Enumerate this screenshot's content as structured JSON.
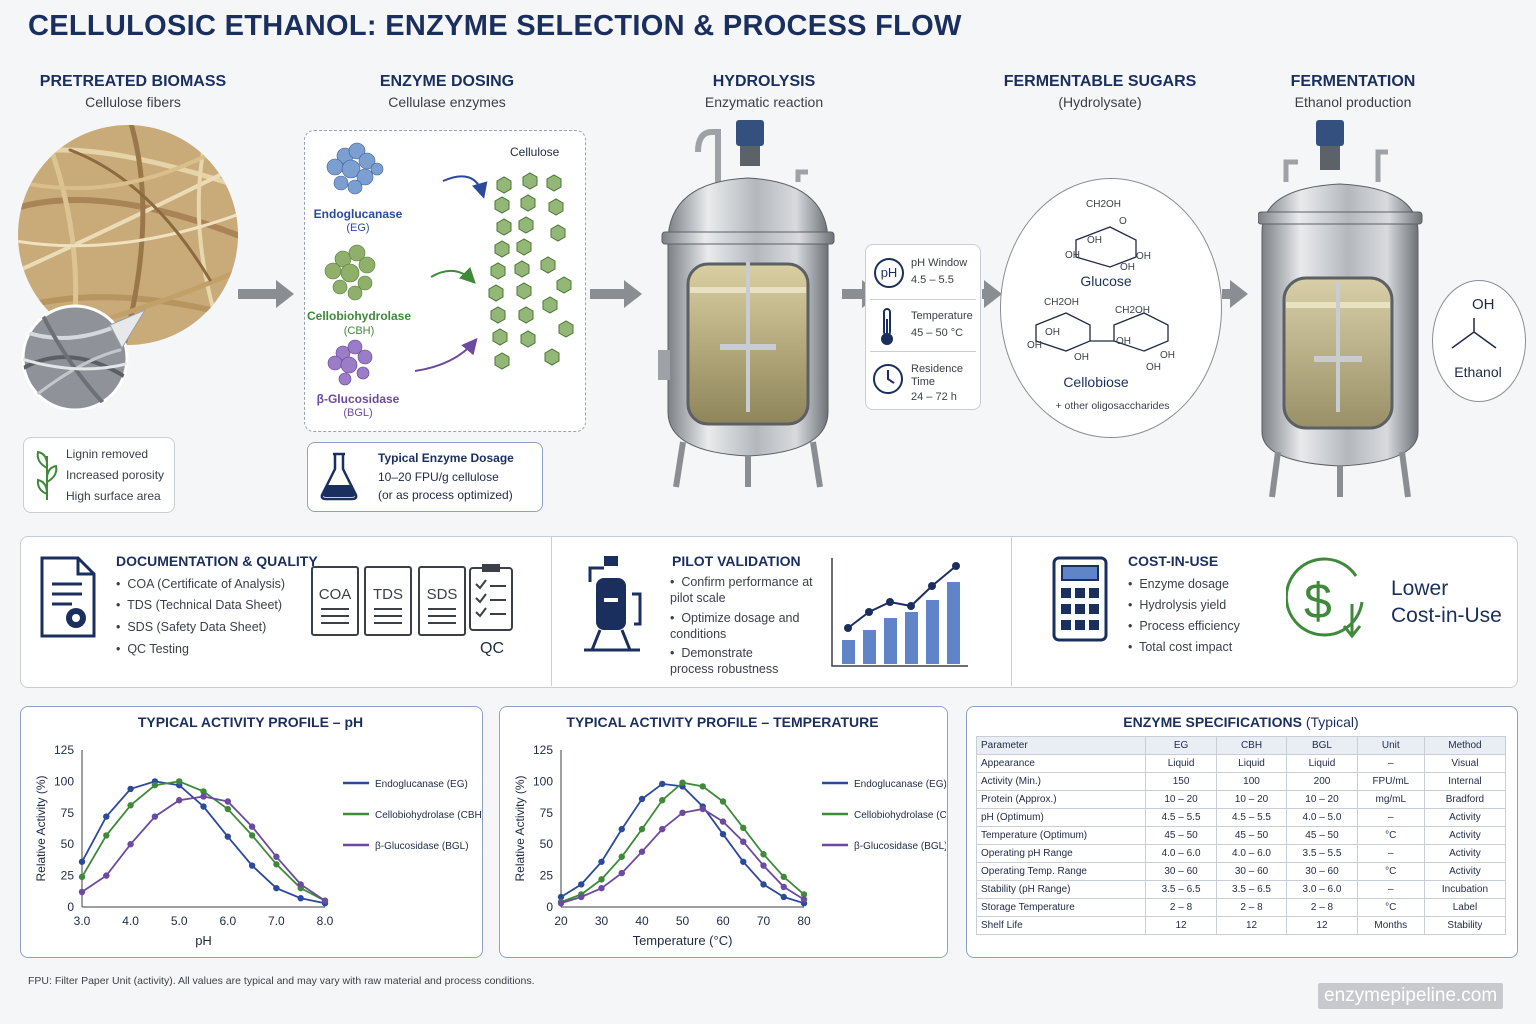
{
  "title": "CELLULOSIC ETHANOL: ENZYME SELECTION & PROCESS FLOW",
  "stages": [
    {
      "title": "PRETREATED BIOMASS",
      "subtitle": "Cellulose fibers"
    },
    {
      "title": "ENZYME DOSING",
      "subtitle": "Cellulase enzymes"
    },
    {
      "title": "HYDROLYSIS",
      "subtitle": "Enzymatic reaction"
    },
    {
      "title": "FERMENTABLE SUGARS",
      "subtitle": "(Hydrolysate)"
    },
    {
      "title": "FERMENTATION",
      "subtitle": "Ethanol production"
    }
  ],
  "biomass_notes": [
    "Lignin removed",
    "Increased porosity",
    "High surface area"
  ],
  "enzymes": {
    "cellulose_label": "Cellulose",
    "items": [
      {
        "name": "Endoglucanase",
        "abbr": "(EG)",
        "color": "#2c4a9a"
      },
      {
        "name": "Cellobiohydrolase",
        "abbr": "(CBH)",
        "color": "#3f8a3a"
      },
      {
        "name": "β-Glucosidase",
        "abbr": "(BGL)",
        "color": "#6b4aa0"
      }
    ],
    "dosage_title": "Typical Enzyme Dosage",
    "dosage_value": "10–20 FPU/g cellulose",
    "dosage_note": "(or as process optimized)"
  },
  "conditions": [
    {
      "label": "pH Window",
      "value": "4.5 – 5.5",
      "icon": "ph-icon"
    },
    {
      "label": "Temperature",
      "value": "45 – 50 °C",
      "icon": "thermometer-icon"
    },
    {
      "label": "Residence Time",
      "value": "24 – 72 h",
      "icon": "clock-icon"
    }
  ],
  "sugars": {
    "glucose": "Glucose",
    "cellobiose": "Cellobiose",
    "other": "+ other oligosaccharides",
    "ch2oh": "CH2OH",
    "oh": "OH",
    "o": "O"
  },
  "ethanol": {
    "label": "Ethanol",
    "oh": "OH"
  },
  "documentation": {
    "title": "DOCUMENTATION & QUALITY",
    "items": [
      "COA (Certificate of Analysis)",
      "TDS (Technical Data Sheet)",
      "SDS (Safety Data Sheet)",
      "QC Testing"
    ],
    "docs": [
      "COA",
      "TDS",
      "SDS"
    ],
    "qc": "QC"
  },
  "pilot": {
    "title": "PILOT VALIDATION",
    "items": [
      "Confirm performance at pilot scale",
      "Optimize dosage and conditions",
      "Demonstrate process robustness"
    ]
  },
  "cost": {
    "title": "COST-IN-USE",
    "items": [
      "Enzyme dosage",
      "Hydrolysis yield",
      "Process efficiency",
      "Total cost impact"
    ],
    "callout_line1": "Lower",
    "callout_line2": "Cost-in-Use"
  },
  "chart_data": [
    {
      "type": "line",
      "title": "TYPICAL ACTIVITY PROFILE – pH",
      "xlabel": "pH",
      "ylabel": "Relative Activity (%)",
      "xlim": [
        3.0,
        8.0
      ],
      "ylim": [
        0,
        125
      ],
      "xticks": [
        "3.0",
        "4.0",
        "5.0",
        "6.0",
        "7.0",
        "8.0"
      ],
      "yticks": [
        "0",
        "25",
        "50",
        "75",
        "100",
        "125"
      ],
      "x": [
        3.0,
        3.5,
        4.0,
        4.5,
        5.0,
        5.5,
        6.0,
        6.5,
        7.0,
        7.5,
        8.0
      ],
      "series": [
        {
          "name": "Endoglucanase (EG)",
          "color": "#2c4a9a",
          "values": [
            36,
            72,
            94,
            100,
            97,
            80,
            56,
            33,
            15,
            7,
            3
          ]
        },
        {
          "name": "Cellobiohydrolase (CBH)",
          "color": "#3f8a3a",
          "values": [
            24,
            57,
            81,
            97,
            100,
            92,
            78,
            57,
            34,
            15,
            5
          ]
        },
        {
          "name": "β-Glucosidase (BGL)",
          "color": "#6b4aa0",
          "values": [
            12,
            25,
            50,
            72,
            85,
            88,
            84,
            64,
            40,
            18,
            5
          ]
        }
      ],
      "legend": "right"
    },
    {
      "type": "line",
      "title": "TYPICAL ACTIVITY PROFILE – TEMPERATURE",
      "xlabel": "Temperature (°C)",
      "ylabel": "Relative Activity (%)",
      "xlim": [
        20,
        80
      ],
      "ylim": [
        0,
        125
      ],
      "xticks": [
        "20",
        "30",
        "40",
        "50",
        "60",
        "70",
        "80"
      ],
      "yticks": [
        "0",
        "25",
        "50",
        "75",
        "100",
        "125"
      ],
      "x": [
        20,
        25,
        30,
        35,
        40,
        45,
        50,
        55,
        60,
        65,
        70,
        75,
        80
      ],
      "series": [
        {
          "name": "Endoglucanase (EG)",
          "color": "#2c4a9a",
          "values": [
            8,
            18,
            36,
            62,
            86,
            98,
            96,
            80,
            58,
            36,
            18,
            8,
            3
          ]
        },
        {
          "name": "Cellobiohydrolase (CBH)",
          "color": "#3f8a3a",
          "values": [
            4,
            10,
            22,
            40,
            62,
            85,
            99,
            96,
            84,
            63,
            42,
            24,
            10
          ]
        },
        {
          "name": "β-Glucosidase (BGL)",
          "color": "#6b4aa0",
          "values": [
            3,
            8,
            15,
            27,
            44,
            62,
            75,
            78,
            68,
            52,
            33,
            16,
            6
          ]
        }
      ],
      "legend": "right"
    }
  ],
  "spec_table": {
    "title": "ENZYME SPECIFICATIONS",
    "title_suffix": "(Typical)",
    "headers": [
      "Parameter",
      "EG",
      "CBH",
      "BGL",
      "Unit",
      "Method"
    ],
    "rows": [
      [
        "Appearance",
        "Liquid",
        "Liquid",
        "Liquid",
        "–",
        "Visual"
      ],
      [
        "Activity (Min.)",
        "150",
        "100",
        "200",
        "FPU/mL",
        "Internal"
      ],
      [
        "Protein (Approx.)",
        "10 – 20",
        "10 – 20",
        "10 – 20",
        "mg/mL",
        "Bradford"
      ],
      [
        "pH (Optimum)",
        "4.5 – 5.5",
        "4.5 – 5.5",
        "4.0 – 5.0",
        "–",
        "Activity"
      ],
      [
        "Temperature (Optimum)",
        "45 – 50",
        "45 – 50",
        "45 – 50",
        "°C",
        "Activity"
      ],
      [
        "Operating pH Range",
        "4.0 – 6.0",
        "4.0 – 6.0",
        "3.5 – 5.5",
        "–",
        "Activity"
      ],
      [
        "Operating Temp. Range",
        "30 – 60",
        "30 – 60",
        "30 – 60",
        "°C",
        "Activity"
      ],
      [
        "Stability (pH Range)",
        "3.5 – 6.5",
        "3.5 – 6.5",
        "3.0 – 6.0",
        "–",
        "Incubation"
      ],
      [
        "Storage Temperature",
        "2 – 8",
        "2 – 8",
        "2 – 8",
        "°C",
        "Label"
      ],
      [
        "Shelf Life",
        "12",
        "12",
        "12",
        "Months",
        "Stability"
      ]
    ]
  },
  "footnote": "FPU: Filter Paper Unit (activity).  All values are typical and may vary with raw material and process conditions.",
  "watermark": "enzymepipeline.com",
  "colors": {
    "navy": "#1b2f5e",
    "steel": "#8a8e93",
    "green": "#3f8a3a"
  }
}
